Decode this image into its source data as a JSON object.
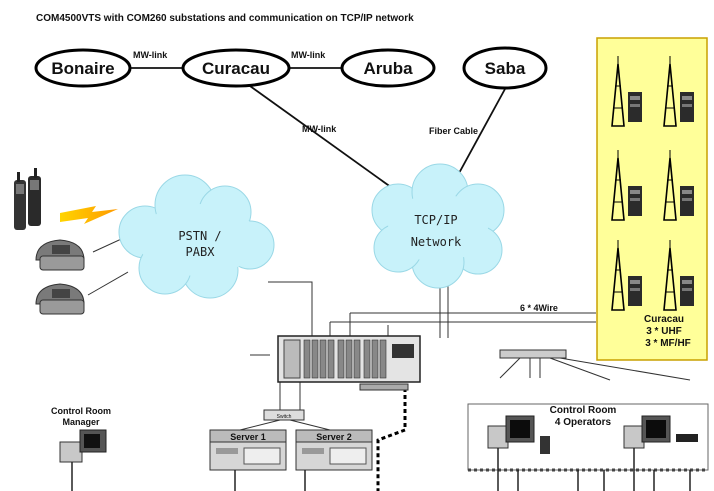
{
  "title": "COM4500VTS with COM260 substations and communication on TCP/IP network",
  "nodes": {
    "bonaire": "Bonaire",
    "curacau": "Curacau",
    "aruba": "Aruba",
    "saba": "Saba"
  },
  "links": {
    "mw_left": "MW-link",
    "mw_right": "MW-link",
    "mw_center": "MW-link",
    "fiber": "Fiber Cable",
    "four_wire": "6 * 4Wire"
  },
  "clouds": {
    "pstn_line1": "PSTN /",
    "pstn_line2": "PABX",
    "tcp_line1": "TCP/IP",
    "tcp_line2": "Network"
  },
  "site": {
    "name": "Curacau",
    "uhf": "3 * UHF",
    "mfhf": "3 * MF/HF"
  },
  "control_room": {
    "line1": "Control Room",
    "line2": "4 Operators"
  },
  "manager": {
    "line1": "Control Room",
    "line2": "Manager"
  },
  "servers": {
    "s1": "Server 1",
    "s2": "Server 2",
    "switch": "Switch"
  },
  "colors": {
    "cloud": "#c8f2fa",
    "site_panel": "#ffff99",
    "site_border": "#c8a000"
  }
}
